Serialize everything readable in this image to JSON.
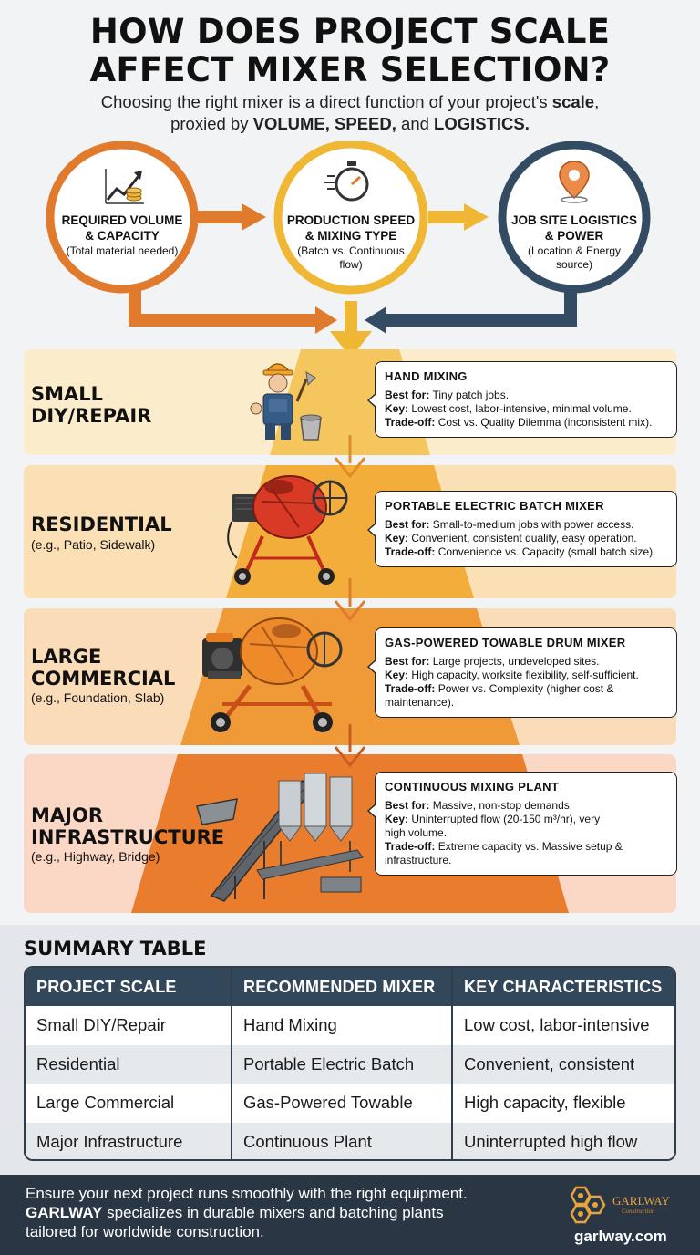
{
  "header": {
    "title_line1": "HOW DOES PROJECT SCALE",
    "title_line2": "AFFECT MIXER SELECTION?",
    "subtitle_line1_prefix": "Choosing the right mixer is a direct function of your project's ",
    "subtitle_line1_bold": "scale",
    "subtitle_line1_suffix": ",",
    "subtitle_line2_prefix": "proxied by ",
    "subtitle_line2_bold": "VOLUME, SPEED,",
    "subtitle_line2_mid": " and ",
    "subtitle_line2_bold2": "LOGISTICS."
  },
  "factors": [
    {
      "title": "REQUIRED VOLUME & CAPACITY",
      "line1": "REQUIRED VOLUME",
      "line2": "& CAPACITY",
      "sub": "(Total material needed)",
      "color": "#e07a2c",
      "icon": "growth-chart-coins-icon"
    },
    {
      "title": "PRODUCTION SPEED & MIXING TYPE",
      "line1": "PRODUCTION SPEED",
      "line2": "& MIXING TYPE",
      "sub1": "(Batch vs. Continuous",
      "sub2": "flow)",
      "color": "#efb733",
      "icon": "stopwatch-icon"
    },
    {
      "title": "JOB SITE LOGISTICS & POWER",
      "line1": "JOB SITE LOGISTICS",
      "line2": "& POWER",
      "sub1": "(Location & Energy",
      "sub2": "source)",
      "color": "#344c63",
      "icon": "location-pin-icon"
    }
  ],
  "scales": [
    {
      "label_line1": "SMALL",
      "label_line2": "DIY/REPAIR",
      "example": "",
      "card_title": "HAND MIXING",
      "best_label": "Best for:",
      "best": "Tiny patch jobs.",
      "key_label": "Key:",
      "key": "Lowest cost, labor-intensive, minimal volume.",
      "tradeoff_label": "Trade-off:",
      "tradeoff": "Cost vs. Quality Dilemma (inconsistent mix).",
      "illustration": "worker-icon"
    },
    {
      "label_line1": "RESIDENTIAL",
      "label_line2": "",
      "example": "(e.g., Patio, Sidewalk)",
      "card_title": "PORTABLE ELECTRIC BATCH MIXER",
      "best_label": "Best for:",
      "best": "Small-to-medium jobs with power access.",
      "key_label": "Key:",
      "key": "Convenient, consistent quality, easy operation.",
      "tradeoff_label": "Trade-off:",
      "tradeoff": "Convenience vs. Capacity (small batch size).",
      "illustration": "electric-mixer-icon"
    },
    {
      "label_line1": "LARGE",
      "label_line2": "COMMERCIAL",
      "example": "(e.g., Foundation, Slab)",
      "card_title": "GAS-POWERED TOWABLE DRUM MIXER",
      "best_label": "Best for:",
      "best": "Large projects, undeveloped sites.",
      "key_label": "Key:",
      "key": "High capacity, worksite flexibility, self-sufficient.",
      "tradeoff_label": "Trade-off:",
      "tradeoff": "Power vs. Complexity (higher cost &",
      "tradeoff2": "maintenance).",
      "illustration": "gas-drum-mixer-icon"
    },
    {
      "label_line1": "MAJOR",
      "label_line2": "INFRASTRUCTURE",
      "example": "(e.g., Highway, Bridge)",
      "card_title": "CONTINUOUS MIXING PLANT",
      "best_label": "Best for:",
      "best": "Massive, non-stop demands.",
      "key_label": "Key:",
      "key": "Uninterrupted flow (20-150 m³/hr), very",
      "key2": "high volume.",
      "tradeoff_label": "Trade-off:",
      "tradeoff": "Extreme capacity vs. Massive setup &",
      "tradeoff2": "infrastructure.",
      "illustration": "mixing-plant-icon"
    }
  ],
  "summary": {
    "title": "SUMMARY TABLE",
    "headers": [
      "PROJECT SCALE",
      "RECOMMENDED MIXER",
      "KEY CHARACTERISTICS"
    ],
    "rows": [
      [
        "Small DIY/Repair",
        "Hand Mixing",
        "Low cost, labor-intensive"
      ],
      [
        "Residential",
        "Portable Electric Batch",
        "Convenient, consistent"
      ],
      [
        "Large Commercial",
        "Gas-Powered Towable",
        "High capacity, flexible"
      ],
      [
        "Major Infrastructure",
        "Continuous Plant",
        "Uninterrupted high flow"
      ]
    ]
  },
  "footer": {
    "line1": "Ensure your next project runs smoothly with the right equipment.",
    "brand_bold": "GARLWAY",
    "line2_rest": " specializes in durable mixers and batching plants",
    "line3": "tailored for worldwide construction.",
    "brand_name": "GARLWAY",
    "brand_tag": "Construction",
    "url": "garlway.com"
  },
  "colors": {
    "orange": "#e07a2c",
    "yellow": "#efb733",
    "navy": "#344c63",
    "band_1": "#fbeccb",
    "band_2": "#fbe0b5",
    "band_3": "#fbdcb8",
    "band_4": "#fbd8c6"
  }
}
